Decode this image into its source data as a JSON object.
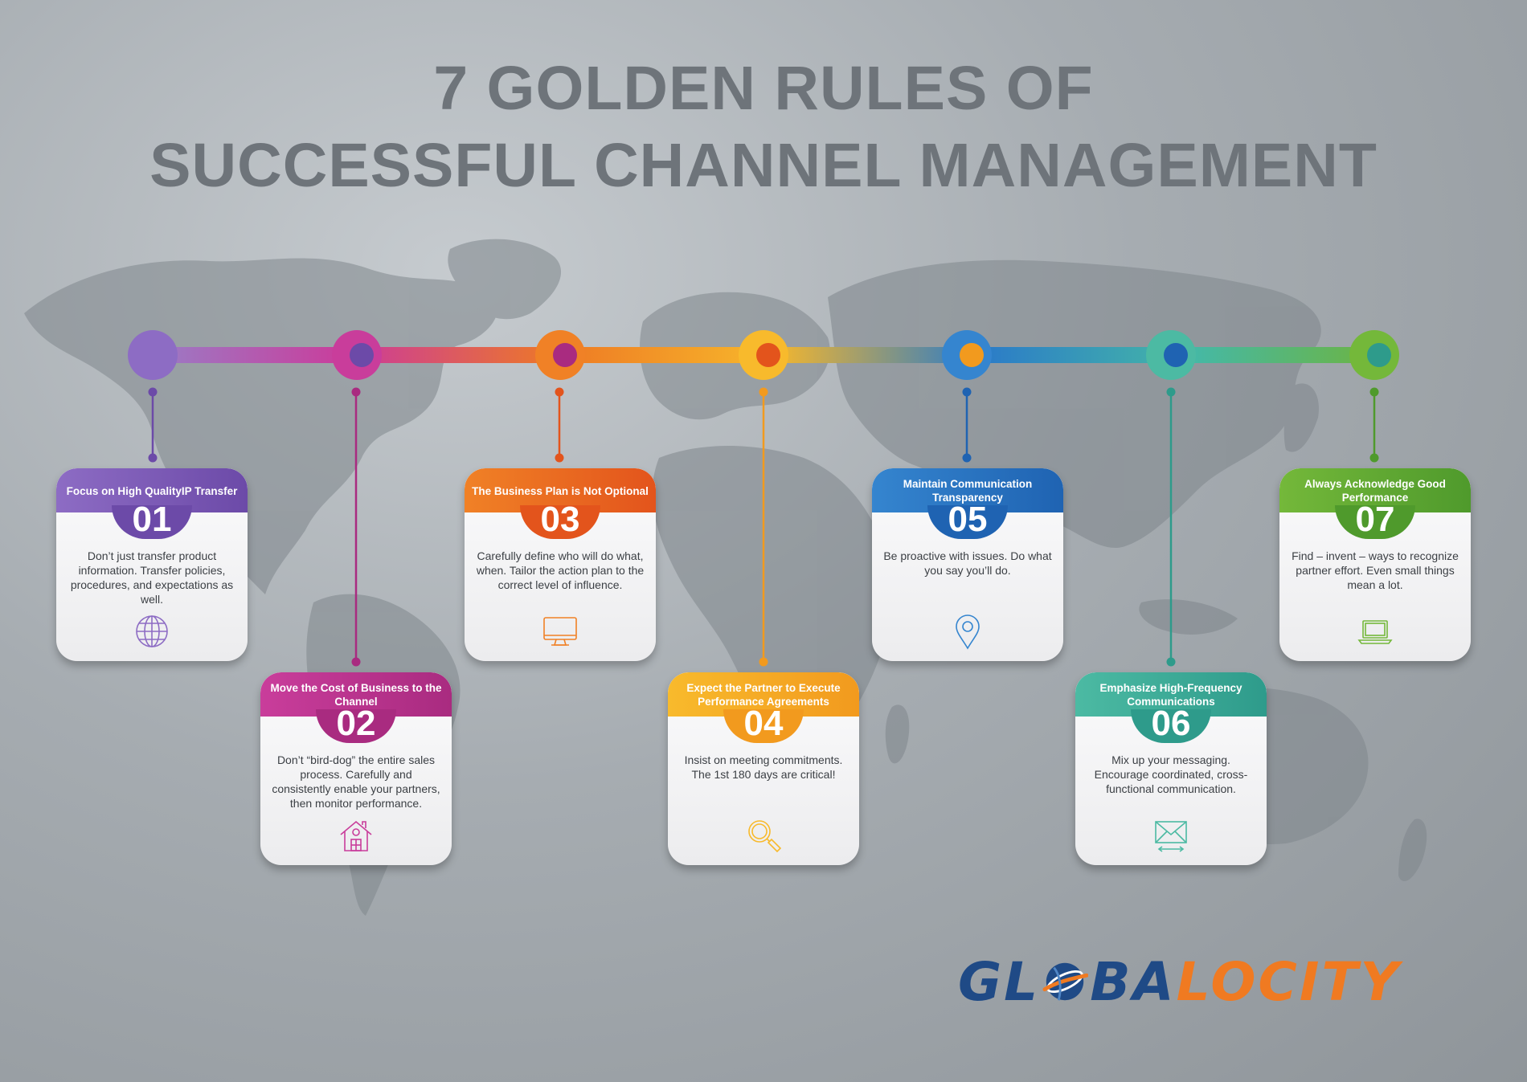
{
  "title": {
    "line1": "7 GOLDEN RULES OF",
    "line2": "SUCCESSFUL CHANNEL MANAGEMENT"
  },
  "colors": {
    "purple": "#9a7cc6",
    "magenta": "#cb3b9a",
    "orange": "#ee7a24",
    "yellow": "#f7b72b",
    "blue": "#2b7bc8",
    "teal": "#45b8a6",
    "green": "#6fb43b",
    "navy": "#1f4a86",
    "brand_orange": "#f07a21"
  },
  "rules": [
    {
      "number": "01",
      "title": "Focus on High QualityIP Transfer",
      "text": "Don’t just transfer product information. Transfer policies, procedures, and expectations as well.",
      "icon": "globe-icon",
      "color": "#8d6cc4",
      "color_dark": "#6c4aa8"
    },
    {
      "number": "02",
      "title": "Move the Cost of Business to the Channel",
      "text": "Don’t “bird-dog” the entire sales process.  Carefully and consistently enable your partners, then monitor performance.",
      "icon": "house-icon",
      "color": "#c93d9b",
      "color_dark": "#a92b80"
    },
    {
      "number": "03",
      "title": "The Business Plan is Not Optional",
      "text": "Carefully define who will do what, when.  Tailor the action plan to the correct level of influence.",
      "icon": "monitor-icon",
      "color": "#f08126",
      "color_dark": "#e3541c"
    },
    {
      "number": "04",
      "title": "Expect the Partner to Execute Performance Agreements",
      "text": "Insist on meeting commitments. The 1st 180 days are critical!",
      "icon": "magnifier-icon",
      "color": "#f8ba2c",
      "color_dark": "#f29a1e"
    },
    {
      "number": "05",
      "title": "Maintain Communication Transparency",
      "text": "Be proactive with issues.  Do what you say you’ll do.",
      "icon": "location-pin-icon",
      "color": "#3585cf",
      "color_dark": "#1f63b2"
    },
    {
      "number": "06",
      "title": "Emphasize High-Frequency Communications",
      "text": "Mix up your messaging. Encourage coordinated, cross-functional communication.",
      "icon": "envelope-icon",
      "color": "#4cbaa3",
      "color_dark": "#2e9b8b"
    },
    {
      "number": "07",
      "title": "Always Acknowledge Good Performance",
      "text": "Find – invent – ways to recognize partner effort.  Even small things mean a lot.",
      "icon": "laptop-icon",
      "color": "#74b83a",
      "color_dark": "#4f9a2c"
    }
  ],
  "logo": {
    "part_a": "GL",
    "part_b": "BA",
    "part_c": "LOCITY",
    "icon": "globe-swoosh-icon"
  }
}
